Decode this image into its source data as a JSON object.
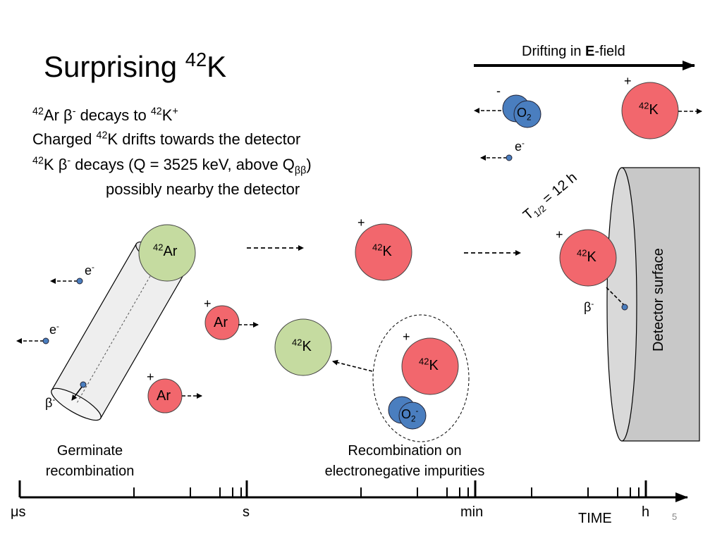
{
  "title": {
    "main": "Surprising ",
    "sup": "42",
    "tail": "K"
  },
  "bullets": {
    "l1": {
      "a": "42",
      "b": "Ar β",
      "c": "-",
      "d": " decays to ",
      "e": "42",
      "f": "K",
      "g": "+"
    },
    "l2": {
      "a": "Charged ",
      "b": "42",
      "c": "K drifts towards the detector"
    },
    "l3": {
      "a": "42",
      "b": "K β",
      "c": "-",
      "d": " decays (Q = 3525 keV, above Q",
      "e": "ββ",
      "f": ")"
    },
    "l4": "possibly nearby the detector"
  },
  "drift": {
    "pre": "Drifting in ",
    "bold": "E",
    "post": "-field"
  },
  "labels": {
    "e": "e",
    "minus": "-",
    "plus": "+",
    "beta": "β",
    "ar": "Ar",
    "k": "K",
    "mass42": "42",
    "o": "O",
    "two": "2"
  },
  "half_life": {
    "t": "T",
    "sub": "1/2",
    "rest": " = 12 h"
  },
  "detector": "Detector surface",
  "captions": {
    "germinate_1": "Germinate",
    "germinate_2": "recombination",
    "recomb_1": "Recombination on",
    "recomb_2": "electronegative impurities"
  },
  "timeline": {
    "us": "μs",
    "s": "s",
    "min": "min",
    "h": "h",
    "axis": "TIME"
  },
  "page_number": "5",
  "colors": {
    "red_ion": "#f2676d",
    "green_ion": "#c5dba0",
    "o2": "#4a7ebf",
    "detector": "#c8c8c8"
  }
}
